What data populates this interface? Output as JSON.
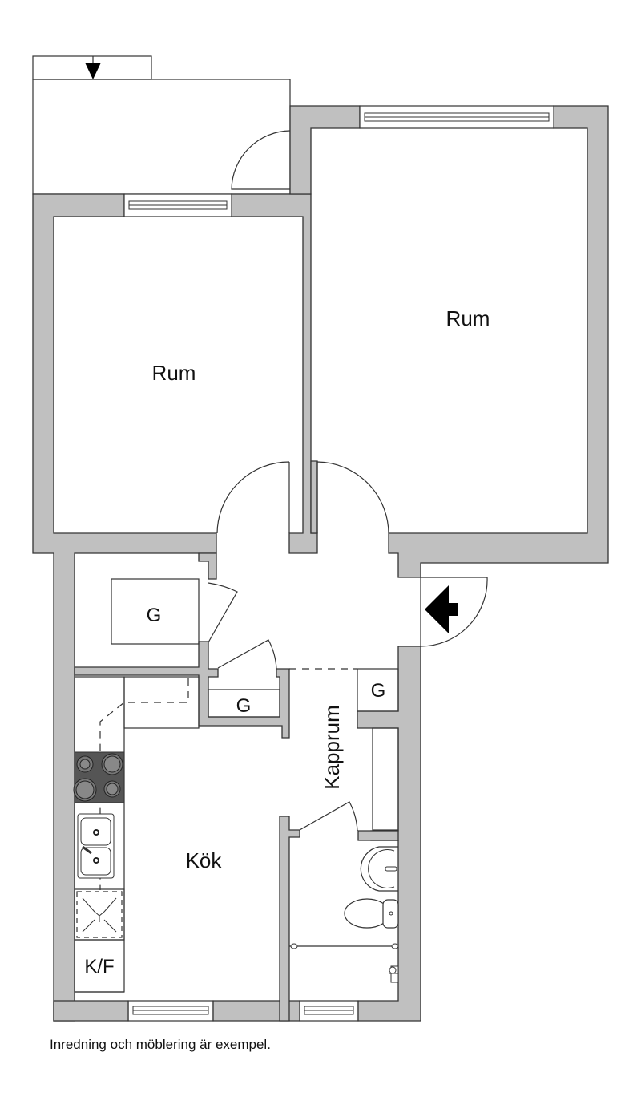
{
  "floorplan": {
    "rooms": {
      "bedroom_left": "Rum",
      "bedroom_right": "Rum",
      "kitchen": "Kök",
      "hallway": "Kapprum"
    },
    "storage": {
      "closet_a": "G",
      "closet_b": "G",
      "closet_c": "G"
    },
    "appliances": {
      "fridge_freezer": "K/F"
    },
    "colors": {
      "wall_fill": "#c0c0c0",
      "outline": "#333333",
      "stove": "#555555"
    }
  },
  "footer": {
    "note": "Inredning och möblering är exempel."
  }
}
